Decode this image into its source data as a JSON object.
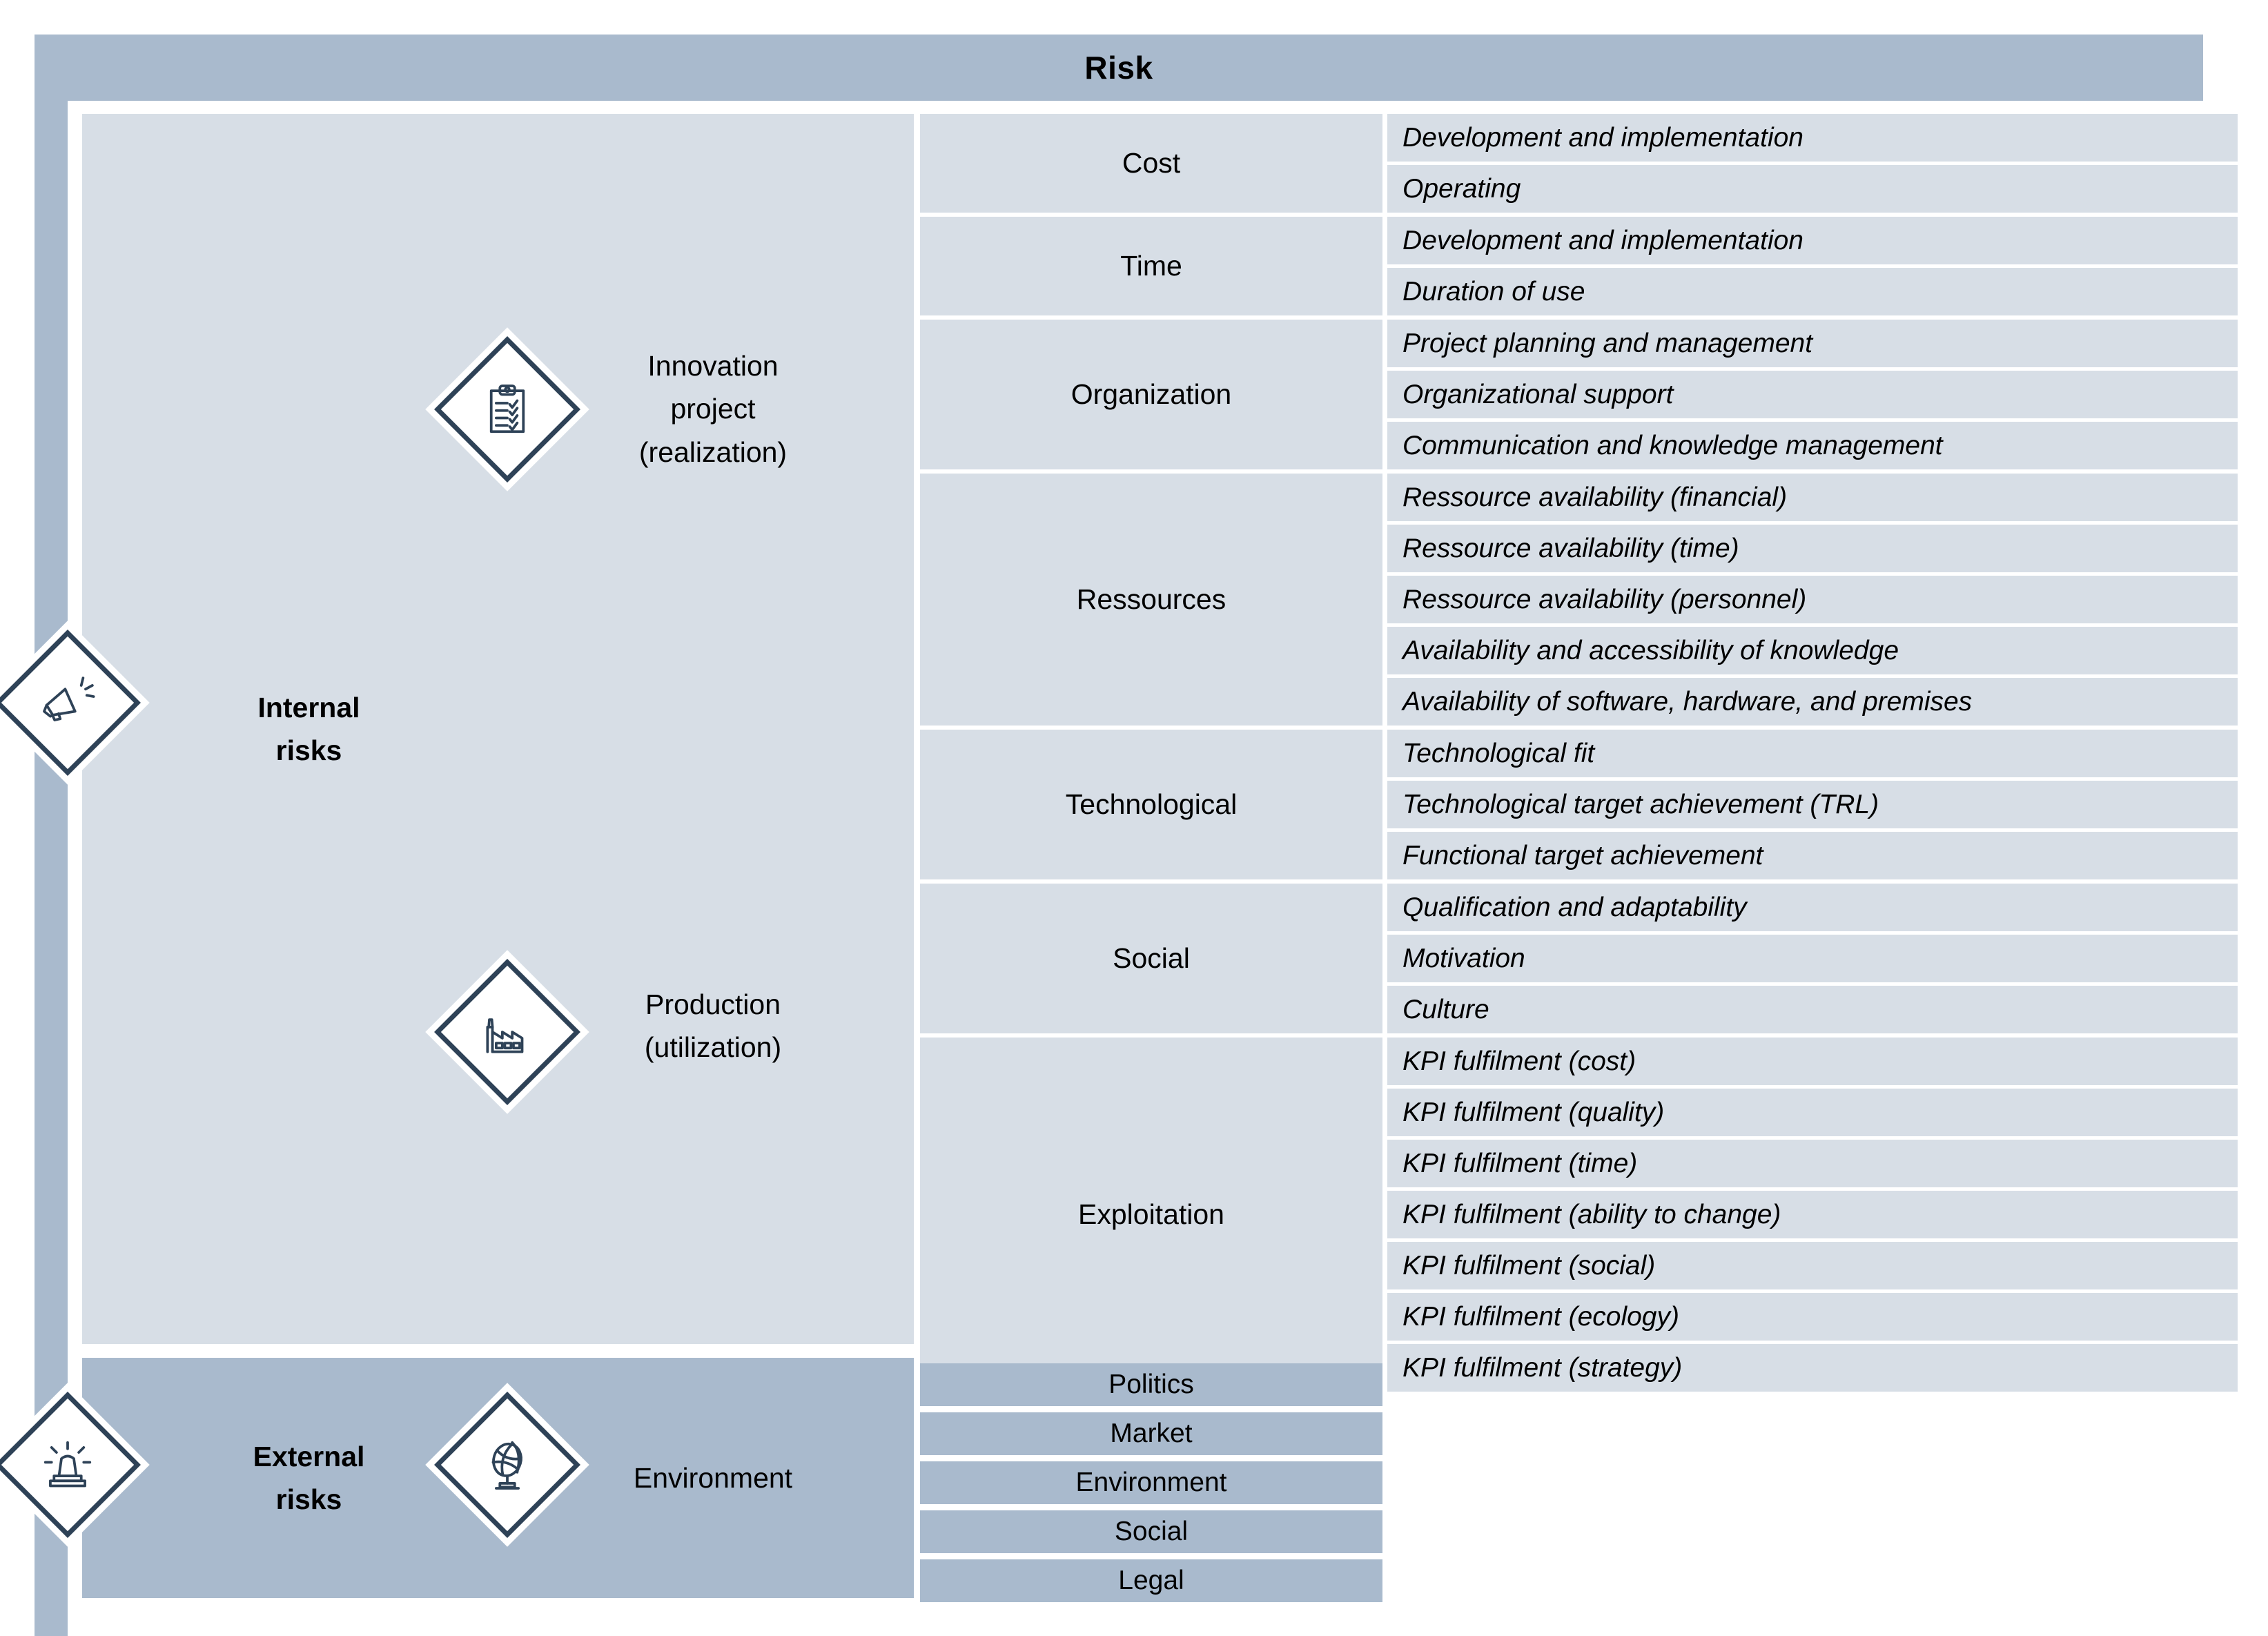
{
  "header": {
    "title": "Risk"
  },
  "colors": {
    "dark_blue": "#a9bacd",
    "light_blue": "#d7dee6",
    "stroke": "#2e4257",
    "text": "#000000"
  },
  "internal": {
    "label": "Internal\nrisks",
    "icon": "megaphone-icon",
    "stages": [
      {
        "label": "Innovation\nproject\n(realization)",
        "icon": "clipboard-checklist-icon",
        "categories": [
          {
            "label": "Cost",
            "items": [
              "Development and implementation",
              "Operating"
            ]
          },
          {
            "label": "Time",
            "items": [
              "Development and implementation",
              "Duration of use"
            ]
          },
          {
            "label": "Organization",
            "items": [
              "Project planning and management",
              "Organizational support",
              "Communication and knowledge management"
            ]
          },
          {
            "label": "Ressources",
            "items": [
              "Ressource availability (financial)",
              "Ressource availability (time)",
              "Ressource availability (personnel)",
              "Availability and accessibility of knowledge",
              "Availability of software, hardware, and premises"
            ]
          }
        ]
      },
      {
        "label": "Production\n(utilization)",
        "icon": "factory-icon",
        "categories": [
          {
            "label": "Technological",
            "items": [
              "Technological fit",
              "Technological target achievement (TRL)",
              "Functional target achievement"
            ]
          },
          {
            "label": "Social",
            "items": [
              "Qualification and adaptability",
              "Motivation",
              "Culture"
            ]
          },
          {
            "label": "Exploitation",
            "items": [
              "KPI fulfilment (cost)",
              "KPI fulfilment (quality)",
              "KPI fulfilment (time)",
              "KPI fulfilment (ability to change)",
              "KPI fulfilment (social)",
              "KPI fulfilment (ecology)",
              "KPI fulfilment (strategy)"
            ]
          }
        ]
      }
    ]
  },
  "external": {
    "label": "External\nrisks",
    "icon": "siren-alarm-icon",
    "stage": {
      "label": "Environment",
      "icon": "globe-stand-icon"
    },
    "items": [
      "Politics",
      "Market",
      "Environment",
      "Social",
      "Legal"
    ]
  }
}
